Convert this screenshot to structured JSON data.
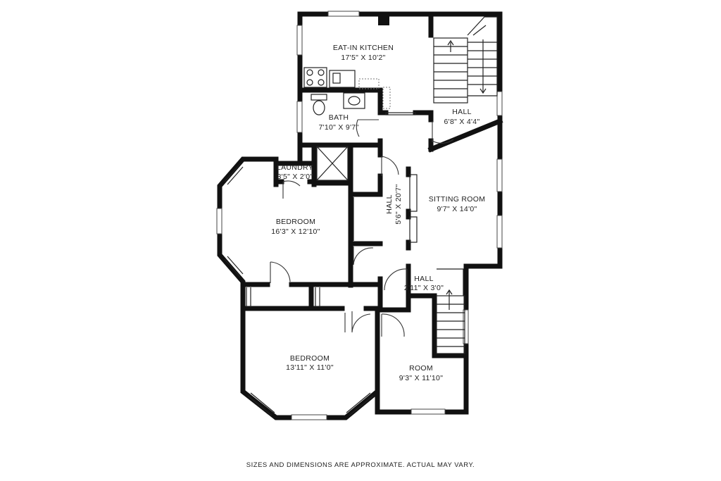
{
  "rooms": {
    "kitchen": {
      "name": "EAT-IN KITCHEN",
      "dims": "17'5\" X 10'2\""
    },
    "bath": {
      "name": "BATH",
      "dims": "7'10\" X 9'7\""
    },
    "hall_top": {
      "name": "HALL",
      "dims": "6'8\" X 4'4\""
    },
    "laundry": {
      "name": "LAUNDRY",
      "dims": "3'5\" X 2'0\""
    },
    "bedroom_upper": {
      "name": "BEDROOM",
      "dims": "16'3\" X 12'10\""
    },
    "hall_center": {
      "name": "HALL",
      "dims": "5'6\" X 20'7\""
    },
    "sitting_room": {
      "name": "SITTING ROOM",
      "dims": "9'7\" X 14'0\""
    },
    "hall_small": {
      "name": "HALL",
      "dims": "2'11\" X 3'0\""
    },
    "bedroom_lower": {
      "name": "BEDROOM",
      "dims": "13'11\" X 11'0\""
    },
    "room": {
      "name": "ROOM",
      "dims": "9'3\" X 11'10\""
    }
  },
  "footer": {
    "note": "SIZES AND DIMENSIONS ARE APPROXIMATE. ACTUAL MAY VARY."
  }
}
